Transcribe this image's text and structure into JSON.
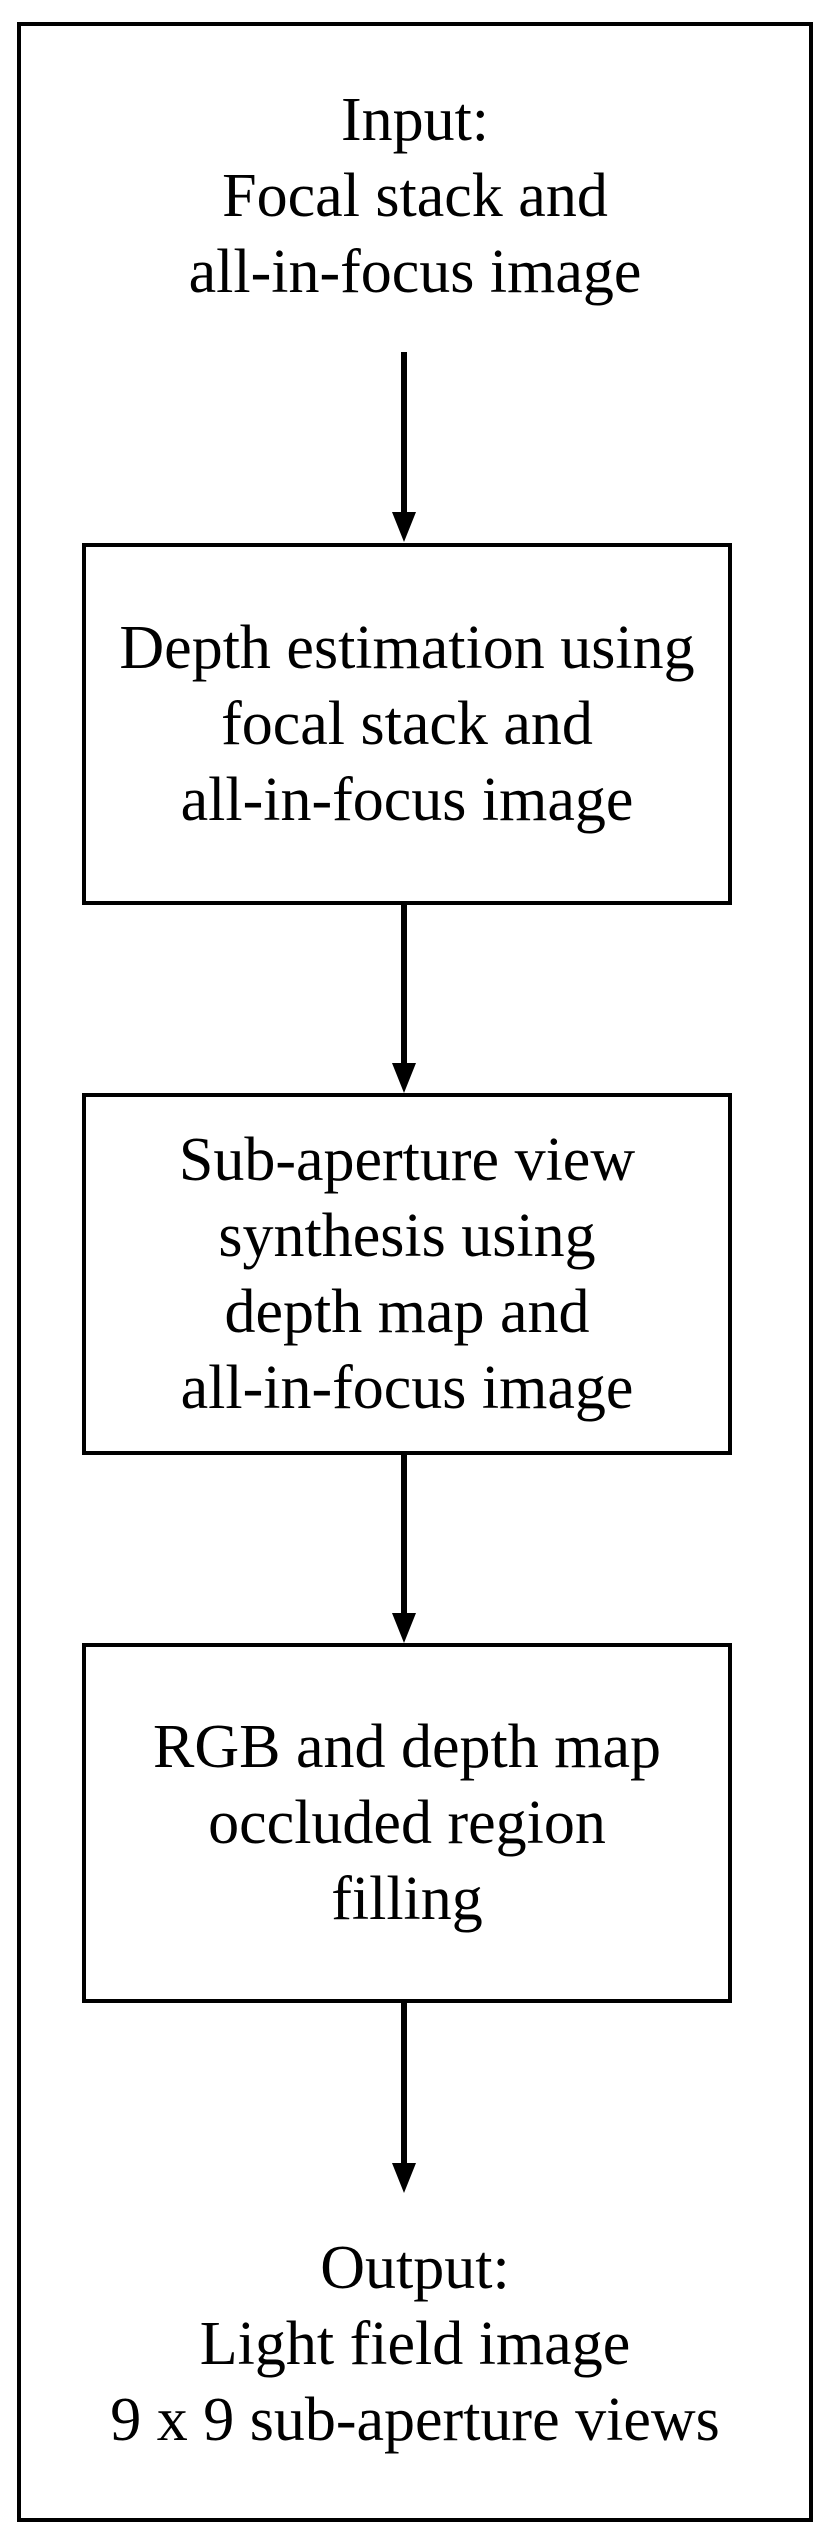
{
  "diagram": {
    "input": {
      "lines": [
        "Input:",
        "Focal stack and",
        "all-in-focus image"
      ]
    },
    "steps": [
      {
        "lines": [
          "Depth estimation using",
          "focal stack and",
          "all-in-focus image"
        ]
      },
      {
        "lines": [
          "Sub-aperture view",
          "synthesis using",
          "depth map and",
          "all-in-focus image"
        ]
      },
      {
        "lines": [
          "RGB and depth map",
          "occluded region",
          "filling"
        ]
      }
    ],
    "output": {
      "lines": [
        "Output:",
        "Light field image",
        "9 x 9 sub-aperture views"
      ]
    }
  }
}
